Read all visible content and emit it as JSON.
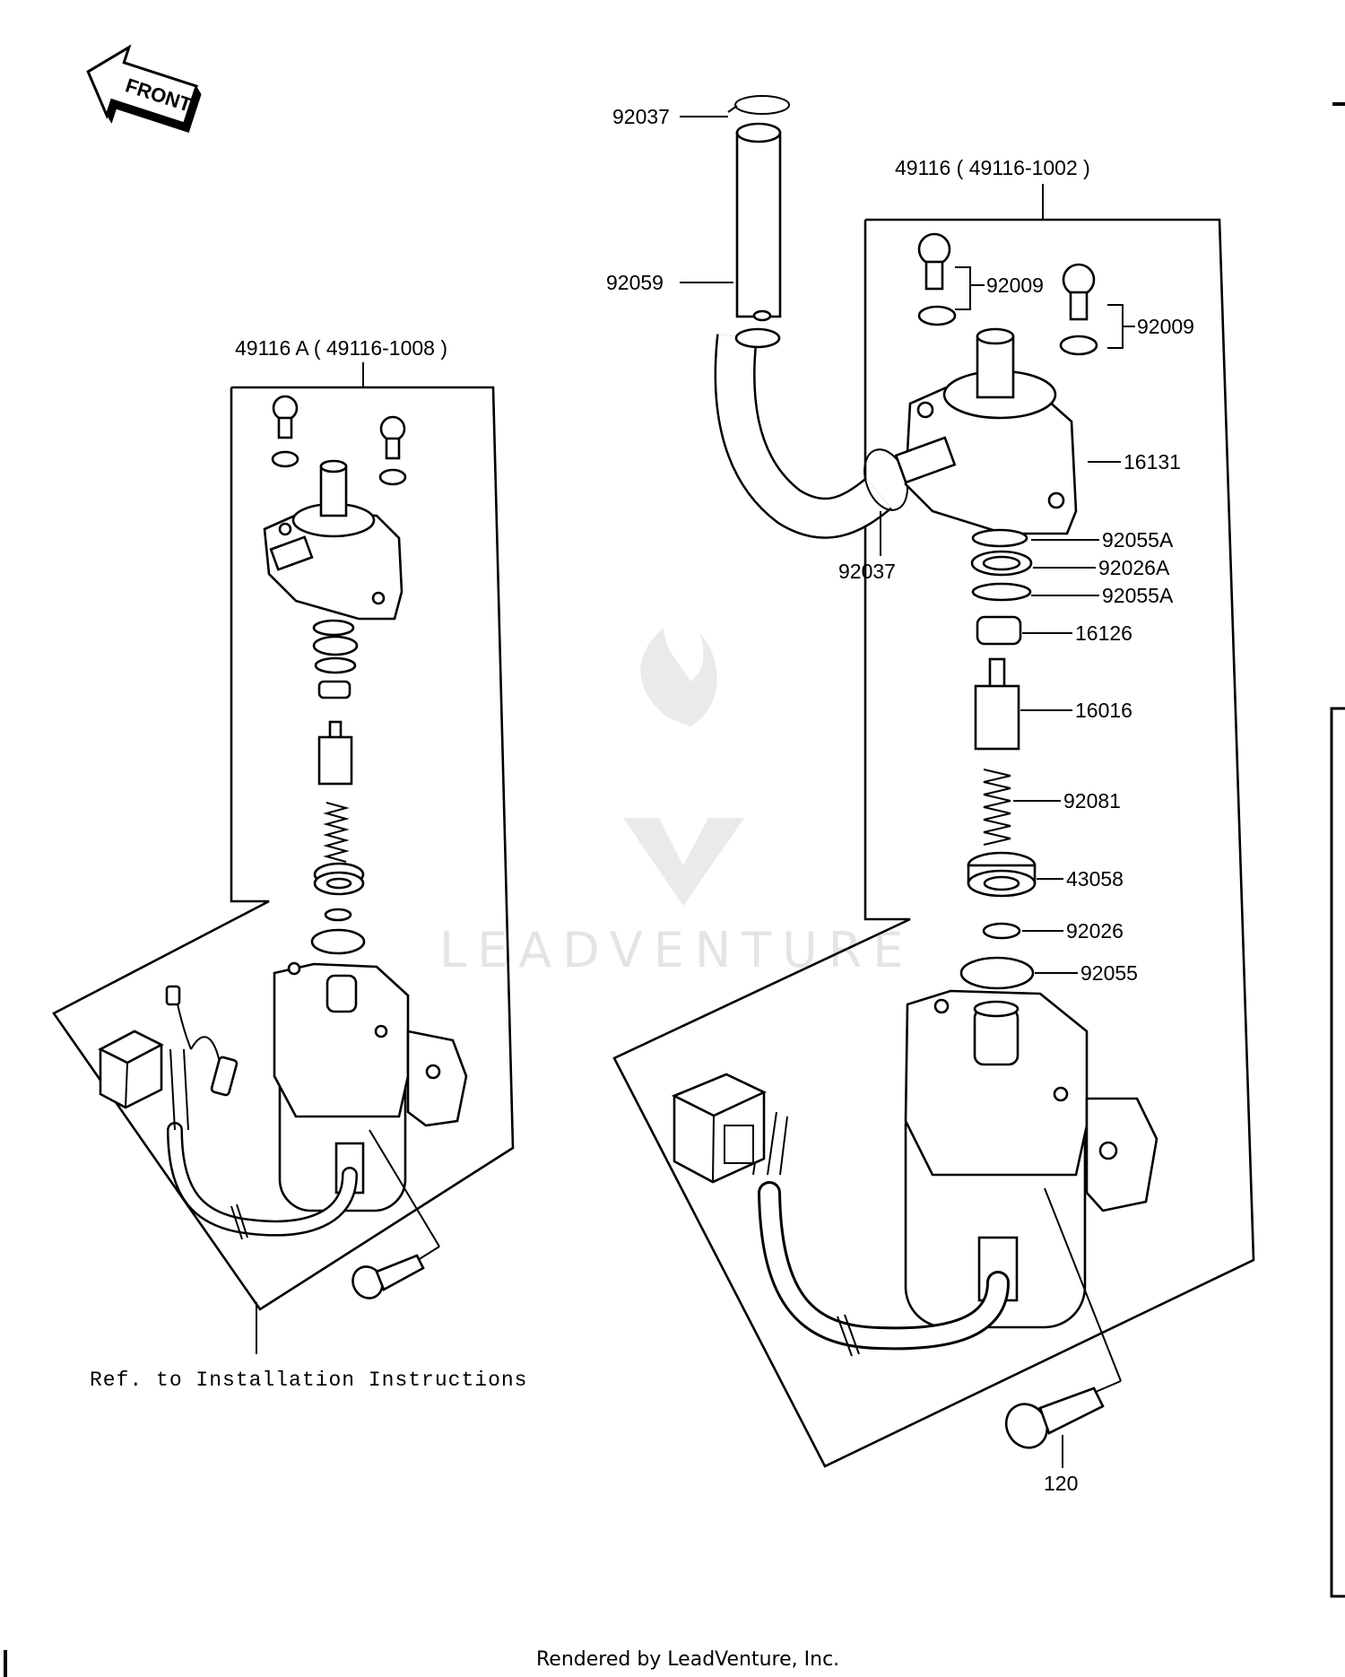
{
  "front_label": "FRONT",
  "left_assembly": {
    "title": "49116 A ( 49116-1008 )",
    "note": "Ref. to Installation Instructions"
  },
  "right_assembly": {
    "title": "49116  ( 49116-1002 )",
    "callouts": {
      "p92037_top": "92037",
      "p92059": "92059",
      "p92037_bottom": "92037",
      "p92009_a": "92009",
      "p92009_b": "92009",
      "p16131": "16131",
      "p92055A_a": "92055A",
      "p92026A": "92026A",
      "p92055A_b": "92055A",
      "p16126": "16126",
      "p16016": "16016",
      "p92081": "92081",
      "p43058": "43058",
      "p92026": "92026",
      "p92055": "92055",
      "p120": "120"
    }
  },
  "watermark": "LEADVENTURE",
  "footer": "Rendered by LeadVenture, Inc."
}
